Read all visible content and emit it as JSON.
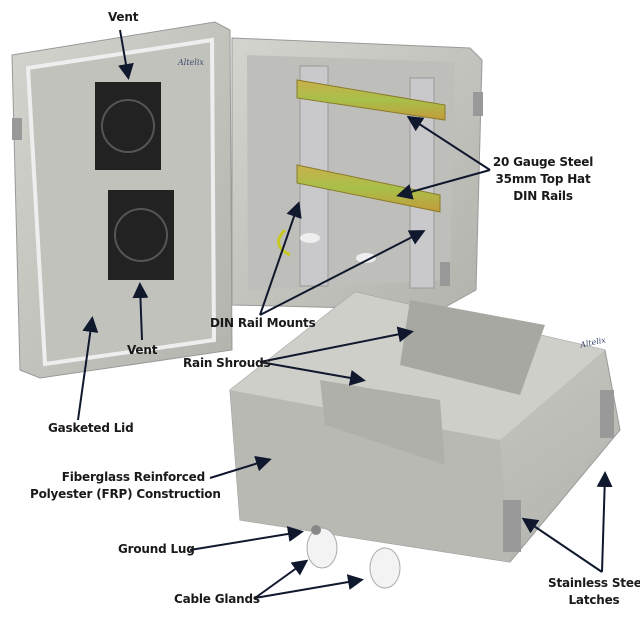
{
  "brand": "Altelix",
  "callouts": {
    "vent_top": "Vent",
    "vent_bottom": "Vent",
    "gasketed_lid": "Gasketed Lid",
    "frp_line1": "Fiberglass Reinforced",
    "frp_line2": "Polyester (FRP) Construction",
    "ground_lug": "Ground Lug",
    "cable_glands": "Cable Glands",
    "latches_line1": "Stainless Steel",
    "latches_line2": "Latches",
    "din_line1": "20 Gauge Steel",
    "din_line2": "35mm Top Hat",
    "din_line3": "DIN Rails",
    "din_mounts": "DIN Rail Mounts",
    "rain_shrouds": "Rain Shrouds"
  },
  "colors": {
    "enclosure": "#c9c9c4",
    "arrow": "#10182e",
    "rail": "#b9b84a"
  }
}
